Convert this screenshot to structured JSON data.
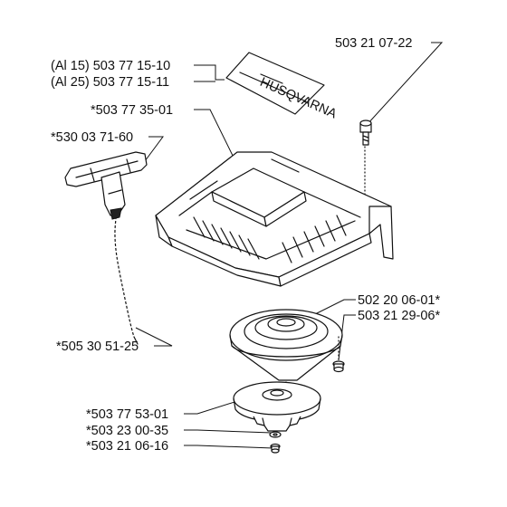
{
  "labels": {
    "screw_top": "503 21 07-22",
    "manual_al15": "(Al 15) 503 77 15-10",
    "manual_al25": "(Al 25) 503 77 15-11",
    "cover": "*503 77 35-01",
    "handle": "*530 03 71-60",
    "cord": "*505 30 51-25",
    "spring_pulley": "502 20 06-01*",
    "screw_small": "503 21 29-06*",
    "pulley": "*503 77 53-01",
    "washer": "*503 23 00-35",
    "screw_bottom": "*503 21 06-16"
  },
  "manual_brand": "HUSQVARNA"
}
